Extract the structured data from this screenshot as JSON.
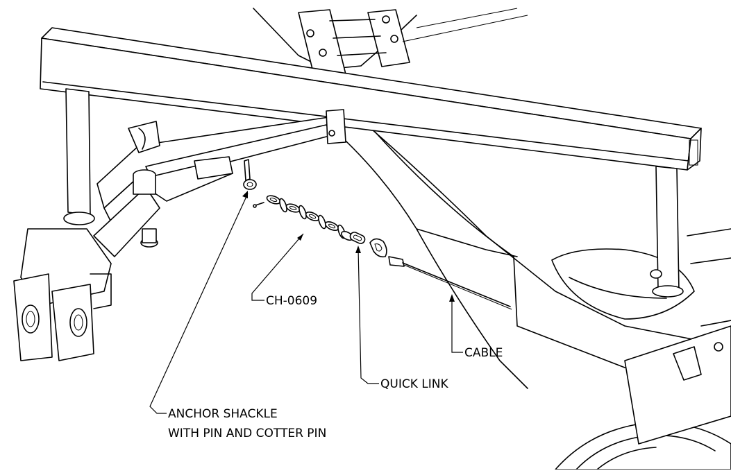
{
  "callouts": {
    "chain": "CH-0609",
    "cable": "CABLE",
    "quick_link": "QUICK LINK",
    "shackle_line1": "ANCHOR SHACKLE",
    "shackle_line2": "WITH PIN AND COTTER PIN"
  }
}
